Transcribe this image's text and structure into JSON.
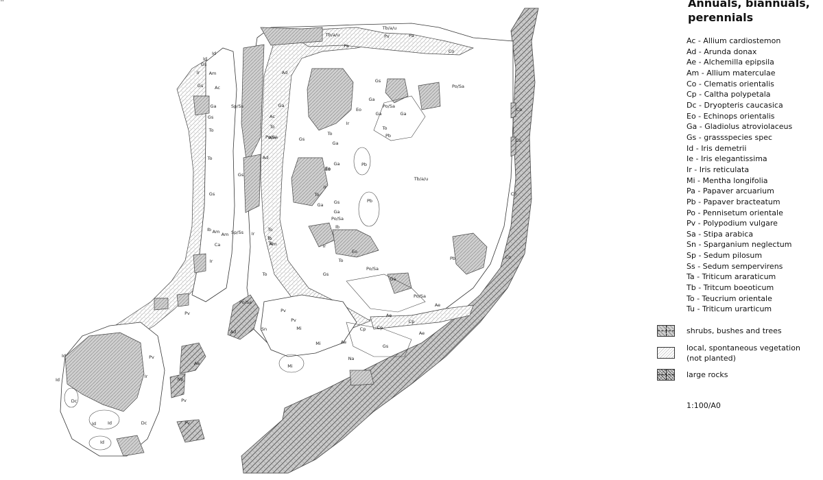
{
  "legend": {
    "title_line1": "Annuals, biannuals,",
    "title_line2": "perennials",
    "species": [
      "Ac - Allium cardiostemon",
      "Ad - Arunda donax",
      "Ae - Alchemilla epipsila",
      "Am - Allium materculae",
      "Co - Clematis orientalis",
      "Cp - Caltha polypetala",
      "Dc - Dryopteris caucasica",
      "Eo - Echinops orientalis",
      "Ga - Gladiolus atroviolaceus",
      "Gs - grassspecies spec",
      "Id - Iris demetrii",
      "Ie - Iris elegantissima",
      "Ir - Iris reticulata",
      "Mi - Mentha longifolia",
      "Pa - Papaver arcuarium",
      "Pb - Papaver bracteatum",
      "Po - Pennisetum orientale",
      "Pv - Polypodium vulgare",
      "Sa - Stipa arabica",
      "Sn - Sparganium neglectum",
      "Sp - Sedum pilosum",
      "Ss - Sedum sempervirens",
      "Ta - Triticum araraticum",
      "Tb - Tritcum boeoticum",
      "To - Teucrium orientale",
      "Tu - Triticum urarticum"
    ],
    "keys": {
      "shrubs": "shrubs, bushes and trees",
      "spontaneous_line1": "local, spontaneous vegetation",
      "spontaneous_line2": "(not planted)",
      "rocks": "large rocks"
    },
    "scale": "1:100/A0"
  },
  "plan_labels": [
    "Tb/a/u",
    "Tb/a/u",
    "Pv",
    "Pa",
    "Pa",
    "Co",
    "Po/Sa",
    "Gs",
    "Ga",
    "Po/Sa",
    "Ga",
    "Ga",
    "Eo",
    "Ir",
    "To",
    "Pb",
    "Tb/a/u",
    "Pb",
    "Pb",
    "Co",
    "Co",
    "Co",
    "Pb",
    "Co",
    "Ad",
    "Sp/Ss",
    "Ga",
    "To",
    "Ac",
    "Am",
    "To",
    "Po/Sa",
    "Gs",
    "Eo",
    "To",
    "Gs",
    "Ad",
    "Eo",
    "Ga",
    "Ga",
    "Eo",
    "Ir",
    "To",
    "Ga",
    "Gs",
    "Po/Sa",
    "Ga",
    "Ib",
    "Ir",
    "Eo",
    "To",
    "Po/Sa",
    "Gs",
    "Ga",
    "Po/Sa",
    "Ae",
    "Ae",
    "Cp",
    "Cp",
    "Cp",
    "Ae",
    "Ae",
    "Gs",
    "Am",
    "Ir",
    "Gs",
    "To",
    "Am",
    "Ir",
    "Gs",
    "Ac",
    "Ga",
    "Gs",
    "To",
    "Gs",
    "Ib",
    "Ca",
    "Am",
    "Sp/Ss",
    "To",
    "Ir",
    "Ir",
    "To",
    "Am",
    "To",
    "Po/Sa",
    "Ad",
    "Pv",
    "Pv",
    "Mi",
    "Sn",
    "Mi",
    "Na",
    "Mi",
    "Ae",
    "Np",
    "Pv",
    "Pv",
    "Pv",
    "Pv",
    "Ir",
    "Id",
    "Dc",
    "Id",
    "Id",
    "Id",
    "Dc",
    "Id",
    "Id",
    "Id",
    "Am"
  ]
}
